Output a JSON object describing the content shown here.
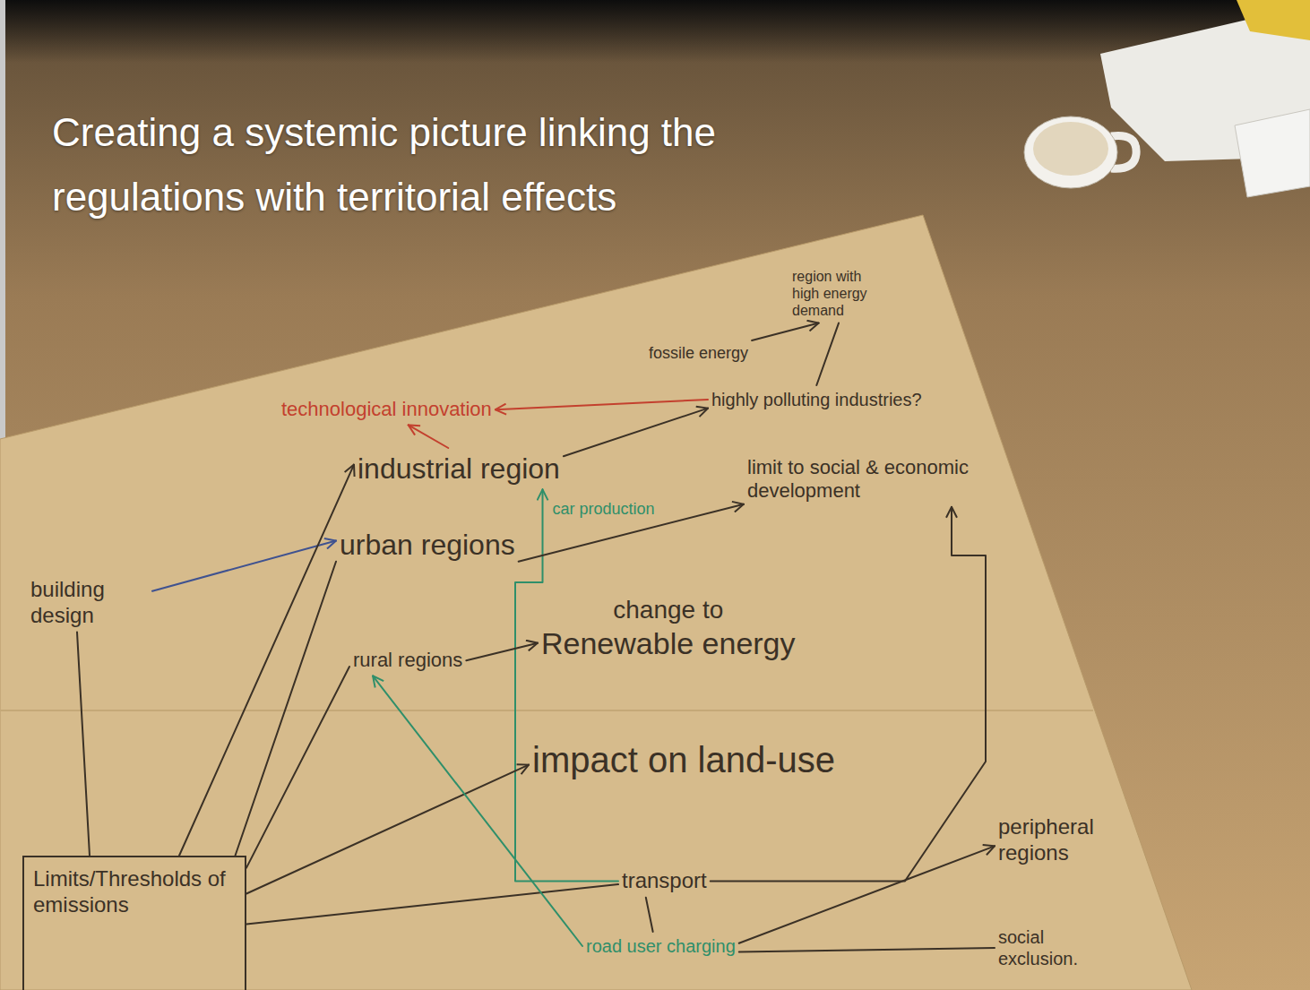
{
  "diagram": {
    "title": "Creating a systemic picture linking the regulations with territorial effects",
    "nodes": [
      {
        "text": [
          "region with high energy demand"
        ]
      },
      {
        "text": [
          "fossile energy"
        ]
      },
      {
        "text": [
          "technological innovation"
        ]
      },
      {
        "text": [
          "highly polluting industries?"
        ]
      },
      {
        "text": [
          "industrial region"
        ]
      },
      {
        "text": [
          "limit to social & economic development"
        ]
      },
      {
        "text": [
          "urban regions"
        ]
      },
      {
        "text": [
          "building design"
        ]
      },
      {
        "text": [
          "change to",
          "Renewable energy"
        ]
      },
      {
        "text": [
          "rural regions"
        ]
      },
      {
        "text": [
          "impact on land-use"
        ]
      },
      {
        "text": [
          "peripheral regions"
        ]
      },
      {
        "text": [
          "Limits/Thresholds of emissions"
        ]
      },
      {
        "text": [
          "transport"
        ]
      },
      {
        "text": [
          "road user charging"
        ]
      },
      {
        "text": [
          "social exclusion."
        ]
      }
    ],
    "edges": [
      {
        "from": 1,
        "to": 0,
        "arrow": "to"
      },
      {
        "from": 0,
        "to": 3,
        "arrow": "none"
      },
      {
        "from": 4,
        "to": 3,
        "arrow": "to"
      },
      {
        "from": 4,
        "to": 2,
        "arrow": "to"
      },
      {
        "from": 3,
        "to": 2,
        "arrow": "to"
      },
      {
        "from": 13,
        "to": 4,
        "label": "car production",
        "arrow": "to"
      },
      {
        "from": 6,
        "to": 5,
        "arrow": "to"
      },
      {
        "from": 7,
        "to": 6,
        "arrow": "to"
      },
      {
        "from": 12,
        "to": 7,
        "arrow": "none"
      },
      {
        "from": 12,
        "to": 4,
        "arrow": "to"
      },
      {
        "from": 12,
        "to": 6,
        "arrow": "none"
      },
      {
        "from": 12,
        "to": 9,
        "arrow": "none"
      },
      {
        "from": 12,
        "to": 10,
        "arrow": "to"
      },
      {
        "from": 12,
        "to": 13,
        "arrow": "none"
      },
      {
        "from": 13,
        "to": 14,
        "arrow": "none"
      },
      {
        "from": 14,
        "to": 11,
        "arrow": "to"
      },
      {
        "from": 14,
        "to": 15,
        "arrow": "none"
      },
      {
        "from": 13,
        "to": 5,
        "arrow": "to"
      },
      {
        "from": 14,
        "to": 9,
        "arrow": "to"
      },
      {
        "from": 9,
        "to": 8,
        "arrow": "to"
      }
    ]
  }
}
